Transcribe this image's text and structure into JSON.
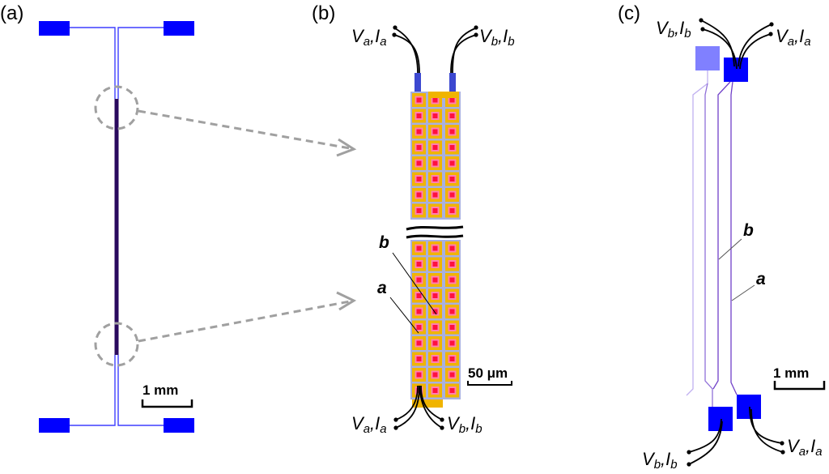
{
  "figure": {
    "panels": [
      {
        "id": "a",
        "label": "(a)",
        "scale_bar": "1 mm",
        "description": "T-shaped layout with four contact pads and a central double line with dark dense section; two dashed circles mark zoom regions"
      },
      {
        "id": "b",
        "label": "(b)",
        "scale_bar": "50 μm",
        "terminals_top": [
          {
            "V": "V",
            "V_sub": "a",
            "I": "I",
            "I_sub": "a"
          },
          {
            "V": "V",
            "V_sub": "b",
            "I": "I",
            "I_sub": "b"
          }
        ],
        "terminals_bottom": [
          {
            "V": "V",
            "V_sub": "a",
            "I": "I",
            "I_sub": "a"
          },
          {
            "V": "V",
            "V_sub": "b",
            "I": "I",
            "I_sub": "b"
          }
        ],
        "point_labels": [
          "a",
          "b"
        ],
        "columns": 3,
        "cells_upper": 8,
        "cells_lower": 10
      },
      {
        "id": "c",
        "label": "(c)",
        "scale_bar": "1 mm",
        "terminals_top": [
          {
            "V": "V",
            "V_sub": "b",
            "I": "I",
            "I_sub": "b"
          },
          {
            "V": "V",
            "V_sub": "a",
            "I": "I",
            "I_sub": "a"
          }
        ],
        "terminals_bottom": [
          {
            "V": "V",
            "V_sub": "b",
            "I": "I",
            "I_sub": "b"
          },
          {
            "V": "V",
            "V_sub": "a",
            "I": "I",
            "I_sub": "a"
          }
        ],
        "point_labels": [
          "b",
          "a"
        ]
      }
    ],
    "colors": {
      "pad_blue": "#0000ff",
      "pad_light": "#8080ff",
      "line_blue": "#3f3fff",
      "dark_strip": "#2a0a5e",
      "cell_gold": "#f0b400",
      "cell_frame": "#a8b0e0",
      "cell_pink": "#ff80b0",
      "cell_red": "#ff1040",
      "lead_blue": "#3c48d0",
      "trace_purple": "#8050c8",
      "trace_light": "#c0b0f0",
      "dashed_gray": "#a0a0a0"
    }
  }
}
